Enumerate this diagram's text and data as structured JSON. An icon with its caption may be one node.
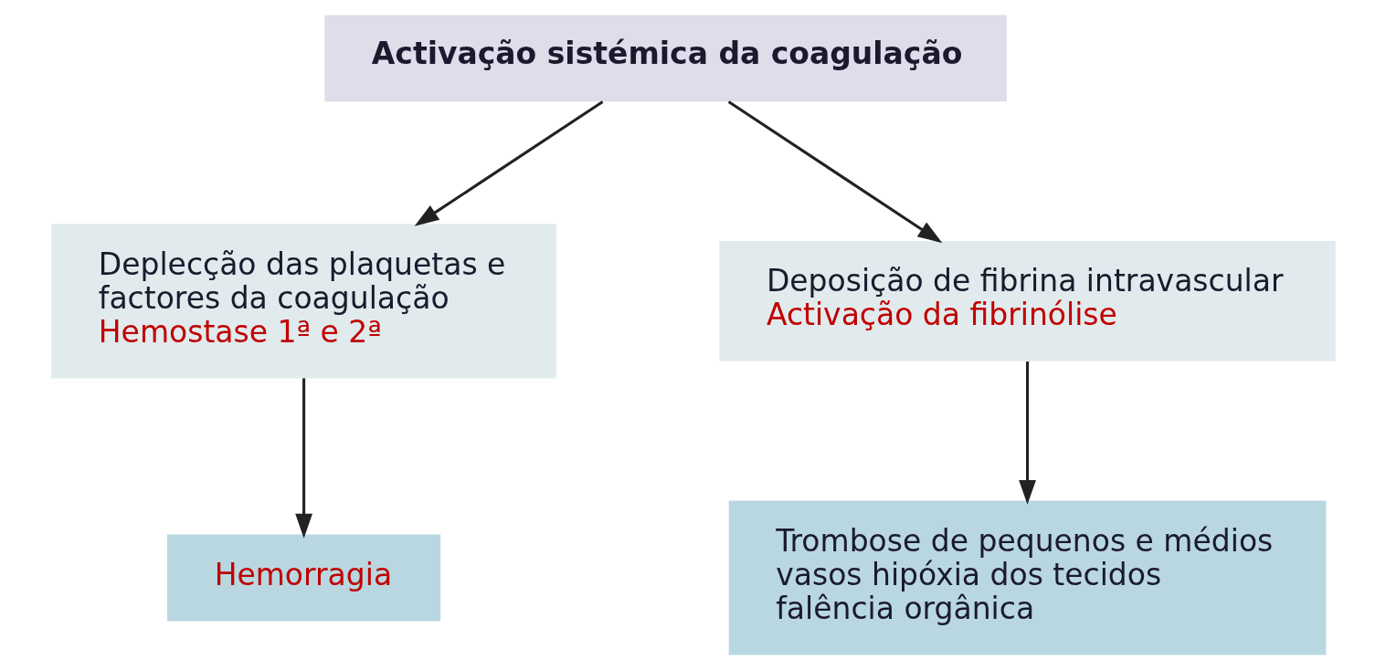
{
  "diagram": {
    "nodes": [
      {
        "text": [
          "Activação sistémica da coagulação"
        ]
      },
      {
        "text": [
          "Deplecção das plaquetas e factores da coagulação",
          "Hemostase 1ª e 2ª"
        ]
      },
      {
        "text": [
          "Deposição de fibrina intravascular",
          "Activação da fibrinólise"
        ]
      },
      {
        "text": [
          "Hemorragia"
        ]
      },
      {
        "text": [
          "Trombose de pequenos e médios vasos hipóxia dos tecidos falência orgânica"
        ]
      }
    ],
    "edges": [
      {
        "from": 0,
        "to": 1,
        "arrow": "to"
      },
      {
        "from": 0,
        "to": 2,
        "arrow": "to"
      },
      {
        "from": 1,
        "to": 3,
        "arrow": "to"
      },
      {
        "from": 2,
        "to": 4,
        "arrow": "to"
      }
    ]
  }
}
